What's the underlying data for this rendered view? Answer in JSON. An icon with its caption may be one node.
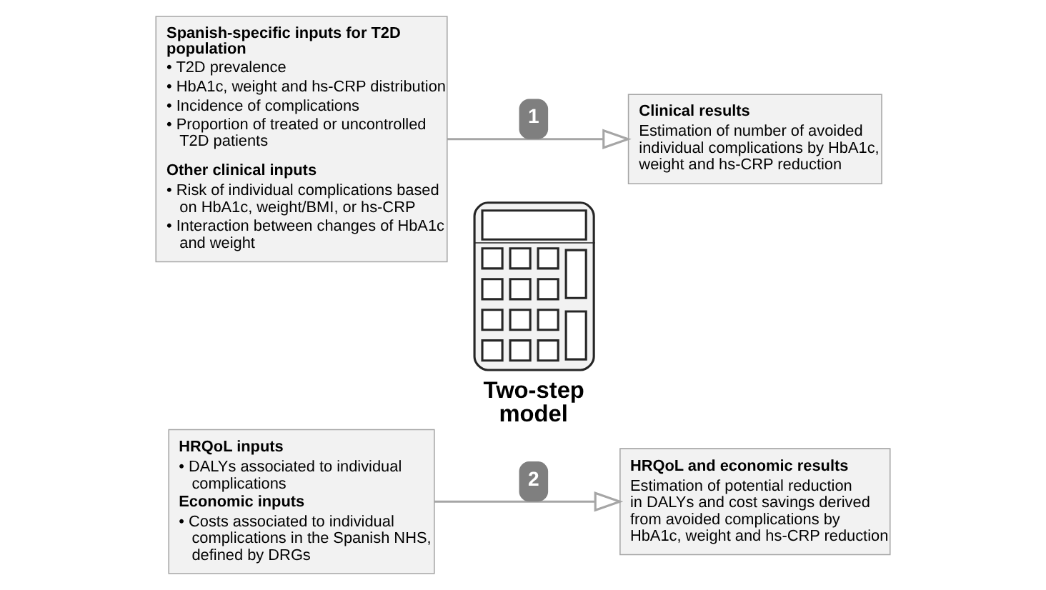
{
  "diagram": {
    "nodes": [
      {
        "text": [
          "Spanish-specific inputs for T2D population",
          "• T2D prevalence",
          "• HbA1c, weight and hs-CRP distribution",
          "• Incidence of complications",
          "• Proportion of treated or uncontrolled T2D patients",
          "Other clinical inputs",
          "• Risk of individual complications based on HbA1c, weight/BMI, or hs-CRP",
          "• Interaction between changes of HbA1c and weight"
        ]
      },
      {
        "text": [
          "HRQoL inputs",
          "• DALYs associated to individual complications",
          "Economic inputs",
          "• Costs associated to individual complications in the Spanish NHS, defined by DRGs"
        ]
      },
      {
        "text": [],
        "shape": "picture",
        "beside": [
          "Two-step model"
        ]
      },
      {
        "text": [
          "Clinical results",
          "Estimation of number of avoided individual complications by HbA1c, weight and hs-CRP reduction"
        ]
      },
      {
        "text": [
          "HRQoL and economic results",
          "Estimation of potential reduction in DALYs and cost savings derived from avoided complications by HbA1c, weight and hs-CRP reduction"
        ]
      }
    ],
    "edges": [
      {
        "from": 0,
        "to": 3,
        "arrow": "to",
        "label": "1"
      },
      {
        "from": 1,
        "to": 4,
        "arrow": "to",
        "label": "2"
      }
    ]
  }
}
